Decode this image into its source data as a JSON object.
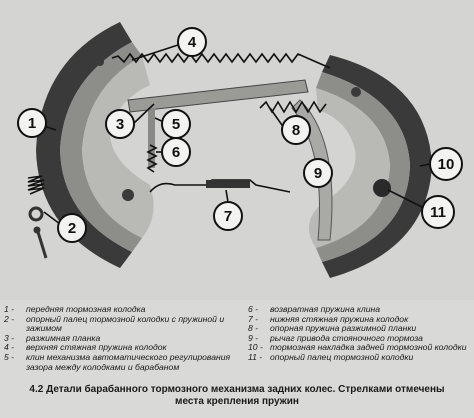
{
  "figure": {
    "callouts": [
      "1",
      "2",
      "3",
      "4",
      "5",
      "6",
      "7",
      "8",
      "9",
      "10",
      "11"
    ]
  },
  "legend": {
    "left": [
      {
        "num": "1 -",
        "text": "передняя тормозная колодка"
      },
      {
        "num": "2 -",
        "text": "опорный палец тормозной колодки с пружиной и зажимом"
      },
      {
        "num": "3 -",
        "text": "разжимная планка"
      },
      {
        "num": "4 -",
        "text": "верхняя стяжная пружина колодок"
      },
      {
        "num": "5 -",
        "text": "клин механизма автоматического регулирования зазора между колодками и барабаном"
      }
    ],
    "right": [
      {
        "num": "6 -",
        "text": "возвратная пружина клина"
      },
      {
        "num": "7 -",
        "text": "нижняя стяжная пружина колодок"
      },
      {
        "num": "8 -",
        "text": "опорная пружина разжимной планки"
      },
      {
        "num": "9 -",
        "text": "рычаг привода стояночного тормоза"
      },
      {
        "num": "10 -",
        "text": "тормозная накладка задней тормозной колодки"
      },
      {
        "num": "11 -",
        "text": "опорный палец тормозной колодки"
      }
    ]
  },
  "caption": {
    "line1": "4.2 Детали барабанного тормозного механизма задних колес. Стрелками отмечены",
    "line2": "места крепления пружин"
  },
  "colors": {
    "background": "#d9d9d7",
    "photo_bg": "#d4d4d2",
    "shoe_dark": "#3a3a3a",
    "metal_light": "#b9b9b6"
  }
}
